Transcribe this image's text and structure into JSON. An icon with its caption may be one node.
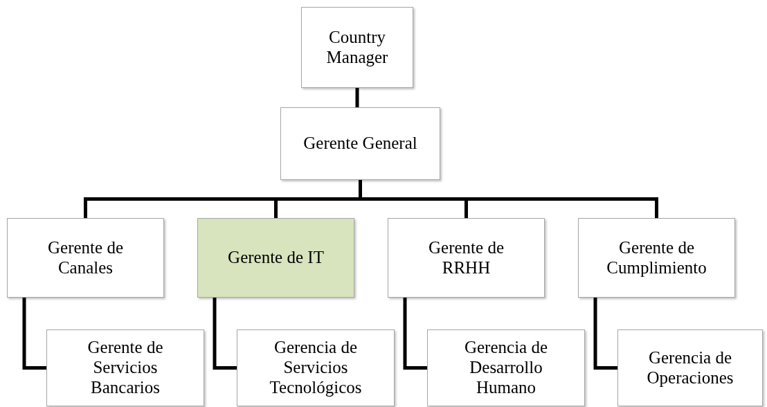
{
  "diagram": {
    "nodes": [
      {
        "text": [
          "Country Manager"
        ]
      },
      {
        "text": [
          "Gerente General"
        ]
      },
      {
        "text": [
          "Gerente de Canales"
        ]
      },
      {
        "text": [
          "Gerente de IT"
        ]
      },
      {
        "text": [
          "Gerente de RRHH"
        ]
      },
      {
        "text": [
          "Gerente de Cumplimiento"
        ]
      },
      {
        "text": [
          "Gerente de Servicios Bancarios"
        ]
      },
      {
        "text": [
          "Gerencia de Servicios Tecnológicos"
        ]
      },
      {
        "text": [
          "Gerencia de Desarrollo Humano"
        ]
      },
      {
        "text": [
          "Gerencia de Operaciones"
        ]
      }
    ],
    "edges": [
      {
        "from": 0,
        "to": 1,
        "arrow": "none"
      },
      {
        "from": 1,
        "to": 2,
        "arrow": "none"
      },
      {
        "from": 1,
        "to": 3,
        "arrow": "none"
      },
      {
        "from": 1,
        "to": 4,
        "arrow": "none"
      },
      {
        "from": 1,
        "to": 5,
        "arrow": "none"
      },
      {
        "from": 2,
        "to": 6,
        "arrow": "none"
      },
      {
        "from": 3,
        "to": 7,
        "arrow": "none"
      },
      {
        "from": 4,
        "to": 8,
        "arrow": "none"
      },
      {
        "from": 5,
        "to": 9,
        "arrow": "none"
      }
    ]
  }
}
